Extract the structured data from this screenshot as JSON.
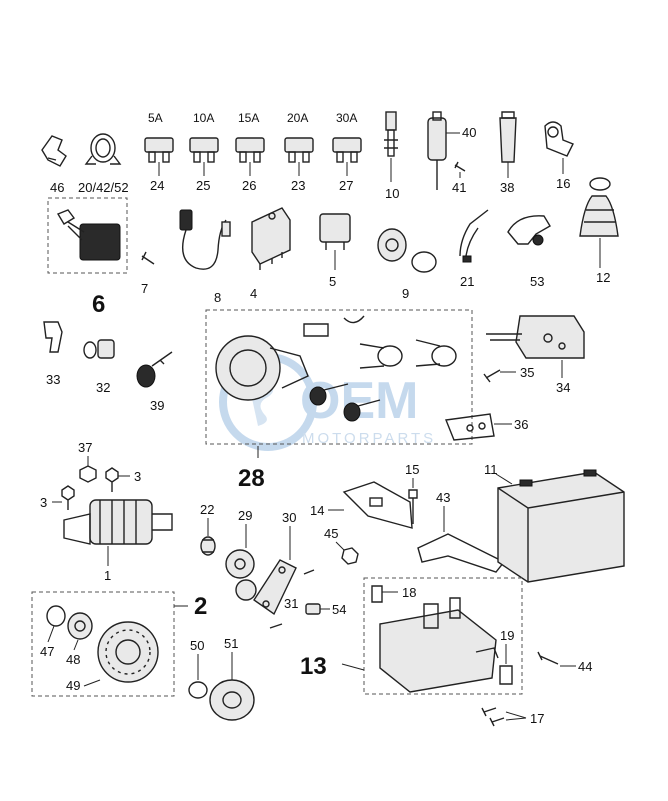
{
  "fuse_ratings": [
    "5A",
    "10A",
    "15A",
    "20A",
    "30A"
  ],
  "callouts": {
    "c46": "46",
    "c20": "20/42/52",
    "c24": "24",
    "c25": "25",
    "c26": "26",
    "c23": "23",
    "c27": "27",
    "c10": "10",
    "c40": "40",
    "c41": "41",
    "c38": "38",
    "c16": "16",
    "c6": "6",
    "c7": "7",
    "c8": "8",
    "c4": "4",
    "c5": "5",
    "c9": "9",
    "c21": "21",
    "c53": "53",
    "c12": "12",
    "c33": "33",
    "c32": "32",
    "c39": "39",
    "c35": "35",
    "c34": "34",
    "c36": "36",
    "c28": "28",
    "c37": "37",
    "c3a": "3",
    "c3b": "3",
    "c1": "1",
    "c22": "22",
    "c29": "29",
    "c30": "30",
    "c15": "15",
    "c11": "11",
    "c14": "14",
    "c43": "43",
    "c45": "45",
    "c2": "2",
    "c31": "31",
    "c54": "54",
    "c47": "47",
    "c48": "48",
    "c49": "49",
    "c50": "50",
    "c51": "51",
    "c13": "13",
    "c18": "18",
    "c19": "19",
    "c44": "44",
    "c17": "17"
  },
  "watermark": {
    "brand": "OEM",
    "sub": "MOTORPARTS"
  },
  "colors": {
    "line": "#222222",
    "watermark": "#bcd3ea",
    "background": "#ffffff"
  }
}
